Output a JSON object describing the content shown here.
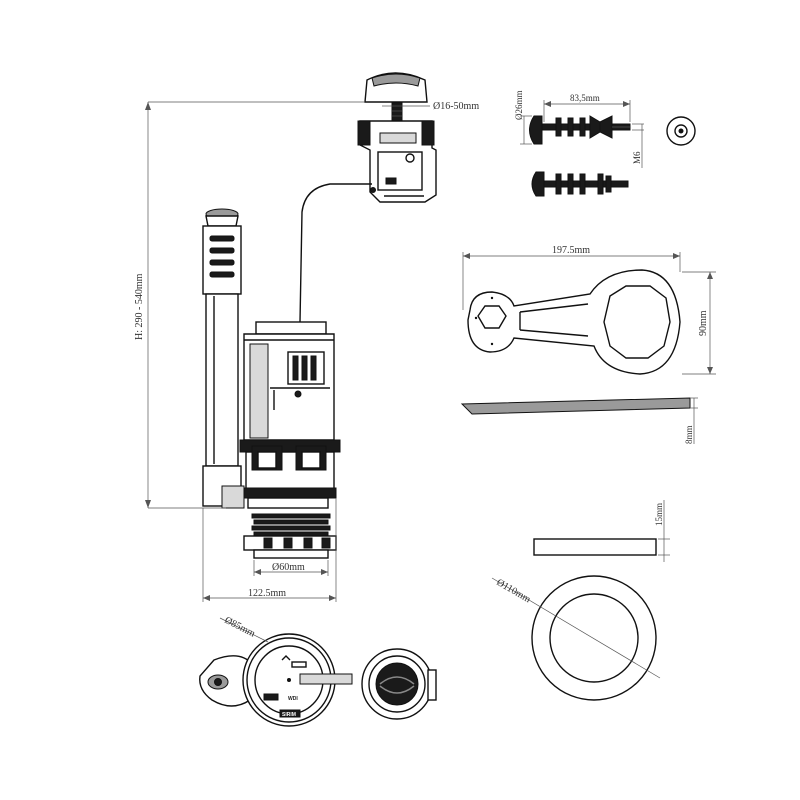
{
  "dimensions": {
    "button_range": "Ø16-50mm",
    "height_range": "H: 290 - 540mm",
    "outlet_diameter": "Ø60mm",
    "base_width": "122.5mm",
    "bolt_head_diameter": "Ø26mm",
    "bolt_length": "83,5mm",
    "bolt_thread": "M6",
    "wrench_length": "197.5mm",
    "wrench_height": "90mm",
    "wrench_thickness": "8mm",
    "washer_thickness": "15mm",
    "washer_diameter": "Ø110mm",
    "flush_valve_diameter": "Ø85mm"
  },
  "labels": {
    "brand_mark": "WDI",
    "certification": "SIRIM"
  },
  "colors": {
    "line": "#111111",
    "dim_line": "#555555",
    "dark_fill": "#1a1a1a",
    "gray_fill": "#9a9a9a"
  }
}
